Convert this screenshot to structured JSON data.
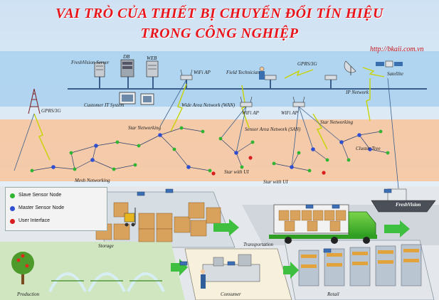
{
  "title": {
    "line1": "VAI TRÒ CỦA THIẾT BỊ CHUYỂN ĐỔI TÍN HIỆU",
    "line2": "TRONG CÔNG NGHIỆP"
  },
  "website": "http://bkaii.com.vn",
  "labels": {
    "freshvision_server": "FreshVision Server",
    "db": "DB",
    "web": "WEB",
    "customer_it": "Customer IT System",
    "wifi_ap_top": "WiFi AP",
    "field_technician": "Field Technician",
    "gprs_top": "GPRS/3G",
    "satellite": "Satellite",
    "ip_network": "IP Network",
    "gprs_left": "GPRS/3G",
    "wan": "Wide Area Network (WAN)",
    "wifi_ap_mid1": "WiFi AP",
    "wifi_ap_mid2": "WiFi AP",
    "san": "Sensor Area Network (SAN)",
    "star_networking_left": "Star Networking",
    "star_networking_right": "Star Networking",
    "cluster_tree": "Cluster Tree",
    "mesh_networking": "Mesh Networking",
    "star_ui_1": "Star with UI",
    "star_ui_2": "Star with UI",
    "ship_brand": "FreshVision",
    "storage": "Storage",
    "transportation": "Transportation",
    "production": "Production",
    "consumer": "Consumer",
    "retail": "Retail"
  },
  "legend": [
    {
      "label": "Slave Sensor Node",
      "color": "#2fb52f"
    },
    {
      "label": "Master Sensor Node",
      "color": "#2f4fd0"
    },
    {
      "label": "User Interface",
      "color": "#d81e1e"
    }
  ],
  "colors": {
    "title": "#e8141b",
    "ip_layer": "#a9d1ee",
    "san_layer": "#f6c7a1",
    "ground_layer": "#e4e8ec",
    "slave_node": "#2fb52f",
    "master_node": "#2f4fd0",
    "user_interface": "#d81e1e",
    "signal": "#c8d400",
    "arrow": "#3fbf3f"
  },
  "icons": [
    "server-icon",
    "database-icon",
    "web-server-icon",
    "computer-icon",
    "wifi-ap-icon",
    "technician-icon",
    "satellite-icon",
    "satellite-dish-icon",
    "radio-tower-icon",
    "truck-icon",
    "ship-icon",
    "forklift-icon",
    "shelf-icon",
    "tree-icon",
    "kitchen-icon"
  ]
}
